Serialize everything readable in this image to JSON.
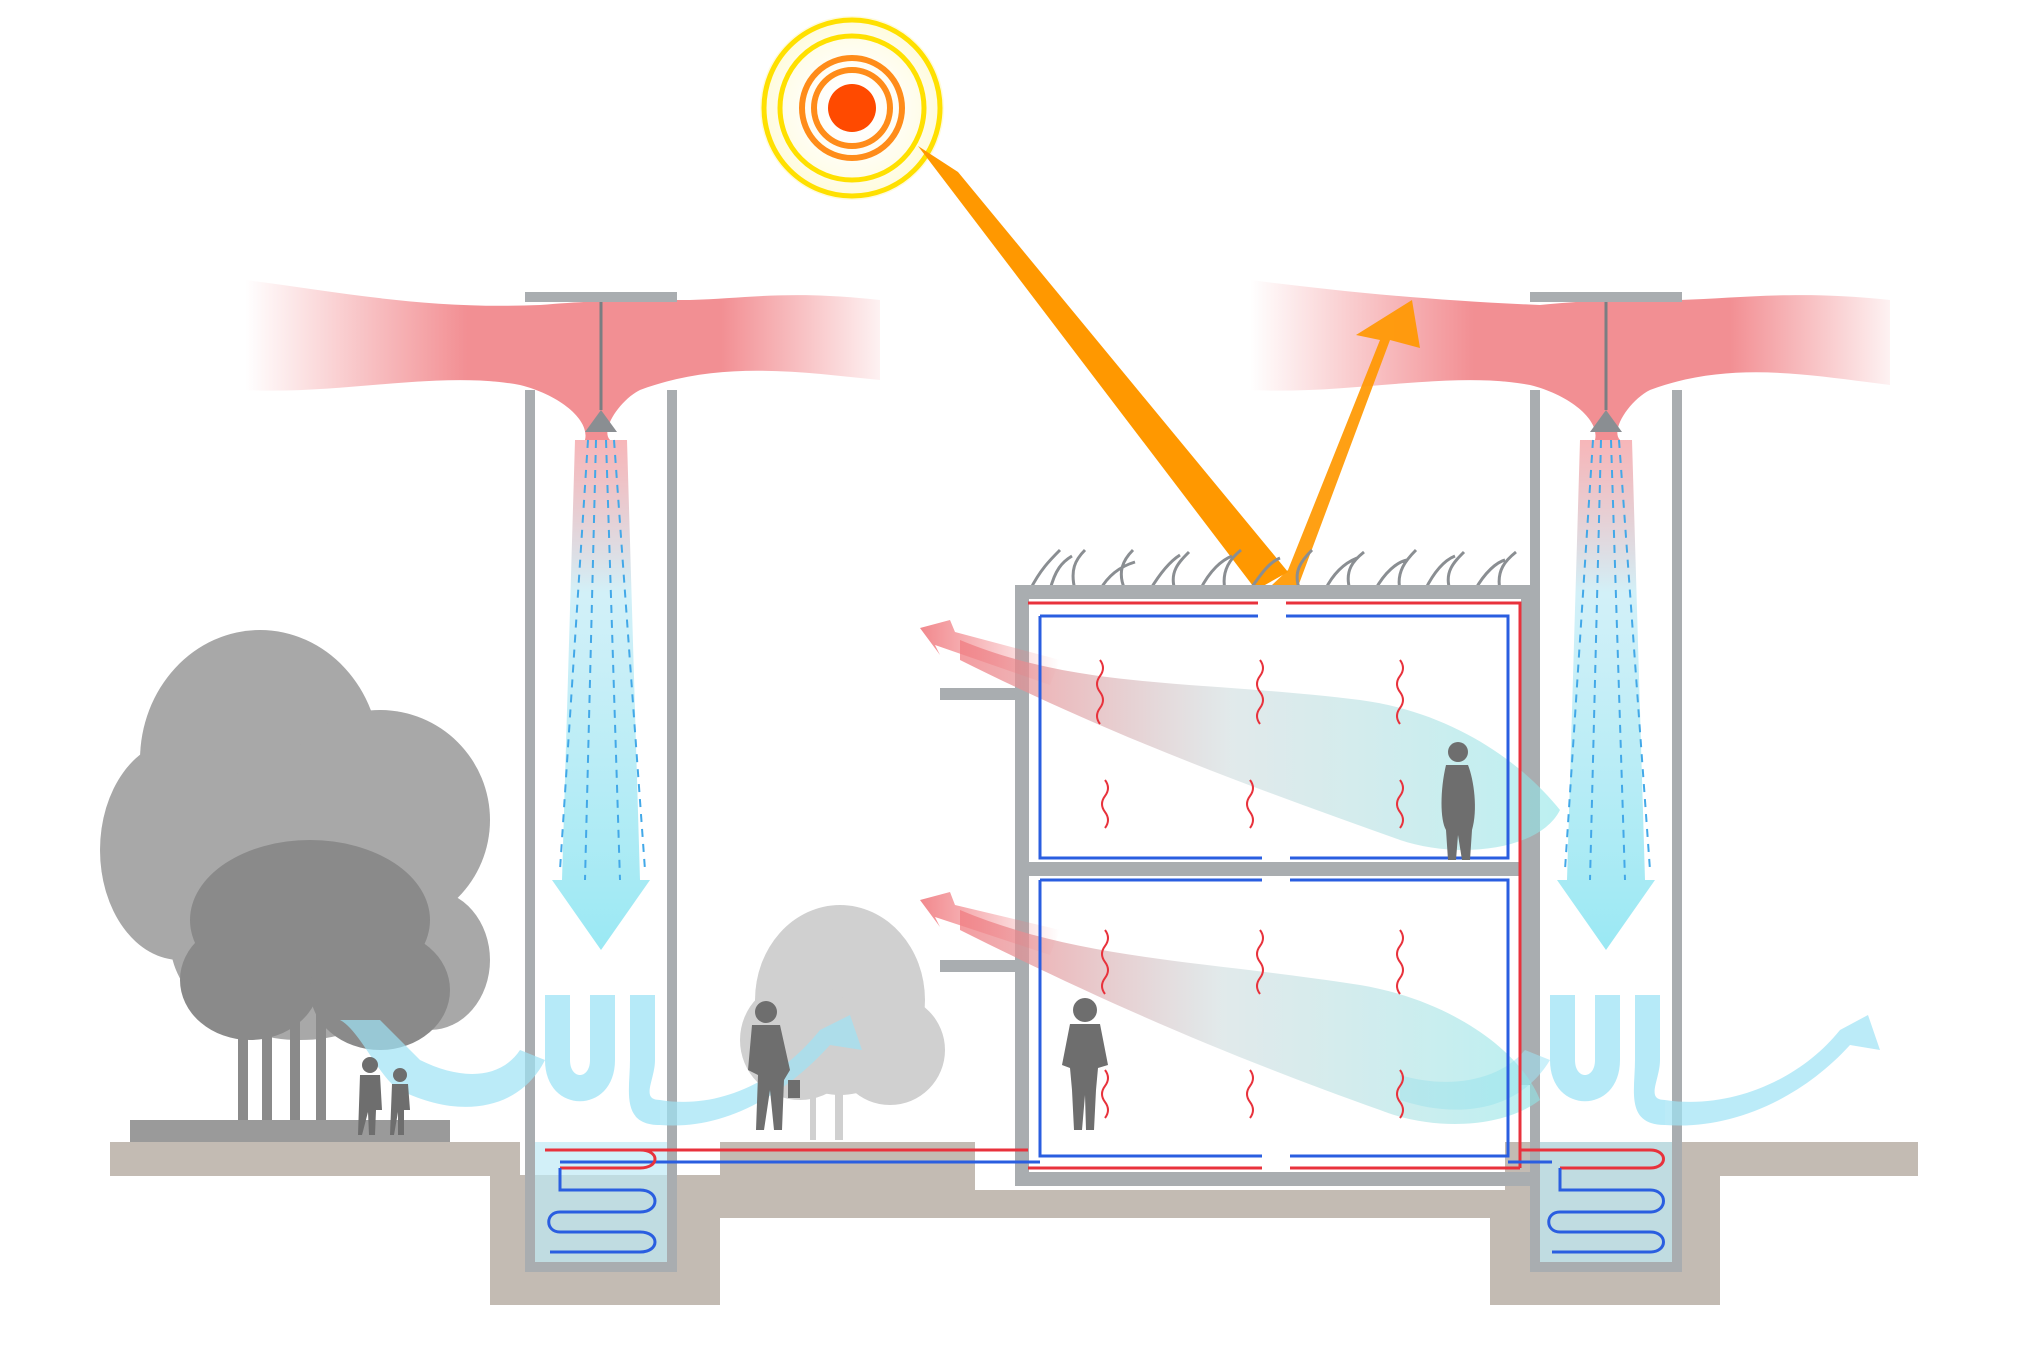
{
  "diagram": {
    "kind": "building-section",
    "labels": [],
    "colors": {
      "background": "#ffffff",
      "ground": "#c3bbb3",
      "structure": "#a9adb0",
      "sun_core": "#ff4a00",
      "sun_ring_orange": "#ff8c1a",
      "sun_ring_yellow": "#ffe000",
      "solar_ray": "#ff9800",
      "hot_air": "#f07b80",
      "cool_air": "#8fe6f2",
      "cool_flow": "#9ee3f5",
      "pipe_hot": "#e8323c",
      "pipe_cold": "#2a5ee0",
      "tree_front": "#8e8e8e",
      "tree_back": "#bcbcbc",
      "person": "#6e6e6e",
      "vegetation": "#8a8e92"
    },
    "elements": [
      "sun-icon",
      "solar-ray",
      "reflected-ray",
      "hot-air-stream-left",
      "hot-air-stream-right",
      "cooling-tower-left",
      "cooling-tower-right",
      "water-sprinkler-left",
      "water-sprinkler-right",
      "cool-air-downdraft",
      "building-section",
      "green-roof",
      "radiant-piping",
      "warm-exhaust-arrows",
      "trees",
      "people-silhouettes",
      "ground-section"
    ]
  }
}
